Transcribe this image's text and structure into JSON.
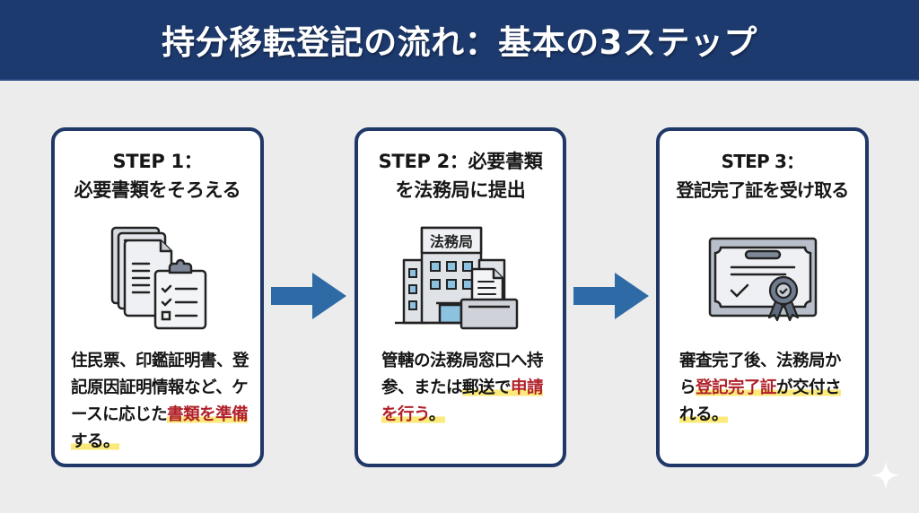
{
  "header": {
    "title": "持分移転登記の流れ：基本の3ステップ"
  },
  "colors": {
    "header_bg": "#1d3a6e",
    "card_border": "#1f3868",
    "arrow": "#2d6aa6",
    "highlight": "#fbe97a",
    "emphasis": "#b0202a"
  },
  "steps": [
    {
      "title": "STEP 1：\n必要書類をそろえる",
      "icon": "documents-clipboard-icon",
      "body": {
        "plain1": "住民票、印鑑証明書、登記原因証明情報など、ケースに応じた",
        "highlight_red": "書類を準備",
        "highlight_plain": "する。"
      }
    },
    {
      "title": "STEP 2：必要書類\nを法務局に提出",
      "icon": "legal-affairs-bureau-building-icon",
      "icon_label": "法務局",
      "body": {
        "plain1": "管轄の法務局窓口へ持参、または",
        "highlight_plain": "郵送で",
        "highlight_red": "申請を行う",
        "highlight_plain2": "。"
      }
    },
    {
      "title": "STEP 3：\n登記完了証を受け取る",
      "icon": "certificate-icon",
      "body": {
        "plain1": "審査完了後、法務局から",
        "highlight_red": "登記完了証",
        "highlight_plain": "が交付される。"
      }
    }
  ],
  "arrows": [
    {
      "icon": "arrow-right-icon"
    },
    {
      "icon": "arrow-right-icon"
    }
  ],
  "decoration": {
    "icon": "sparkle-icon"
  }
}
